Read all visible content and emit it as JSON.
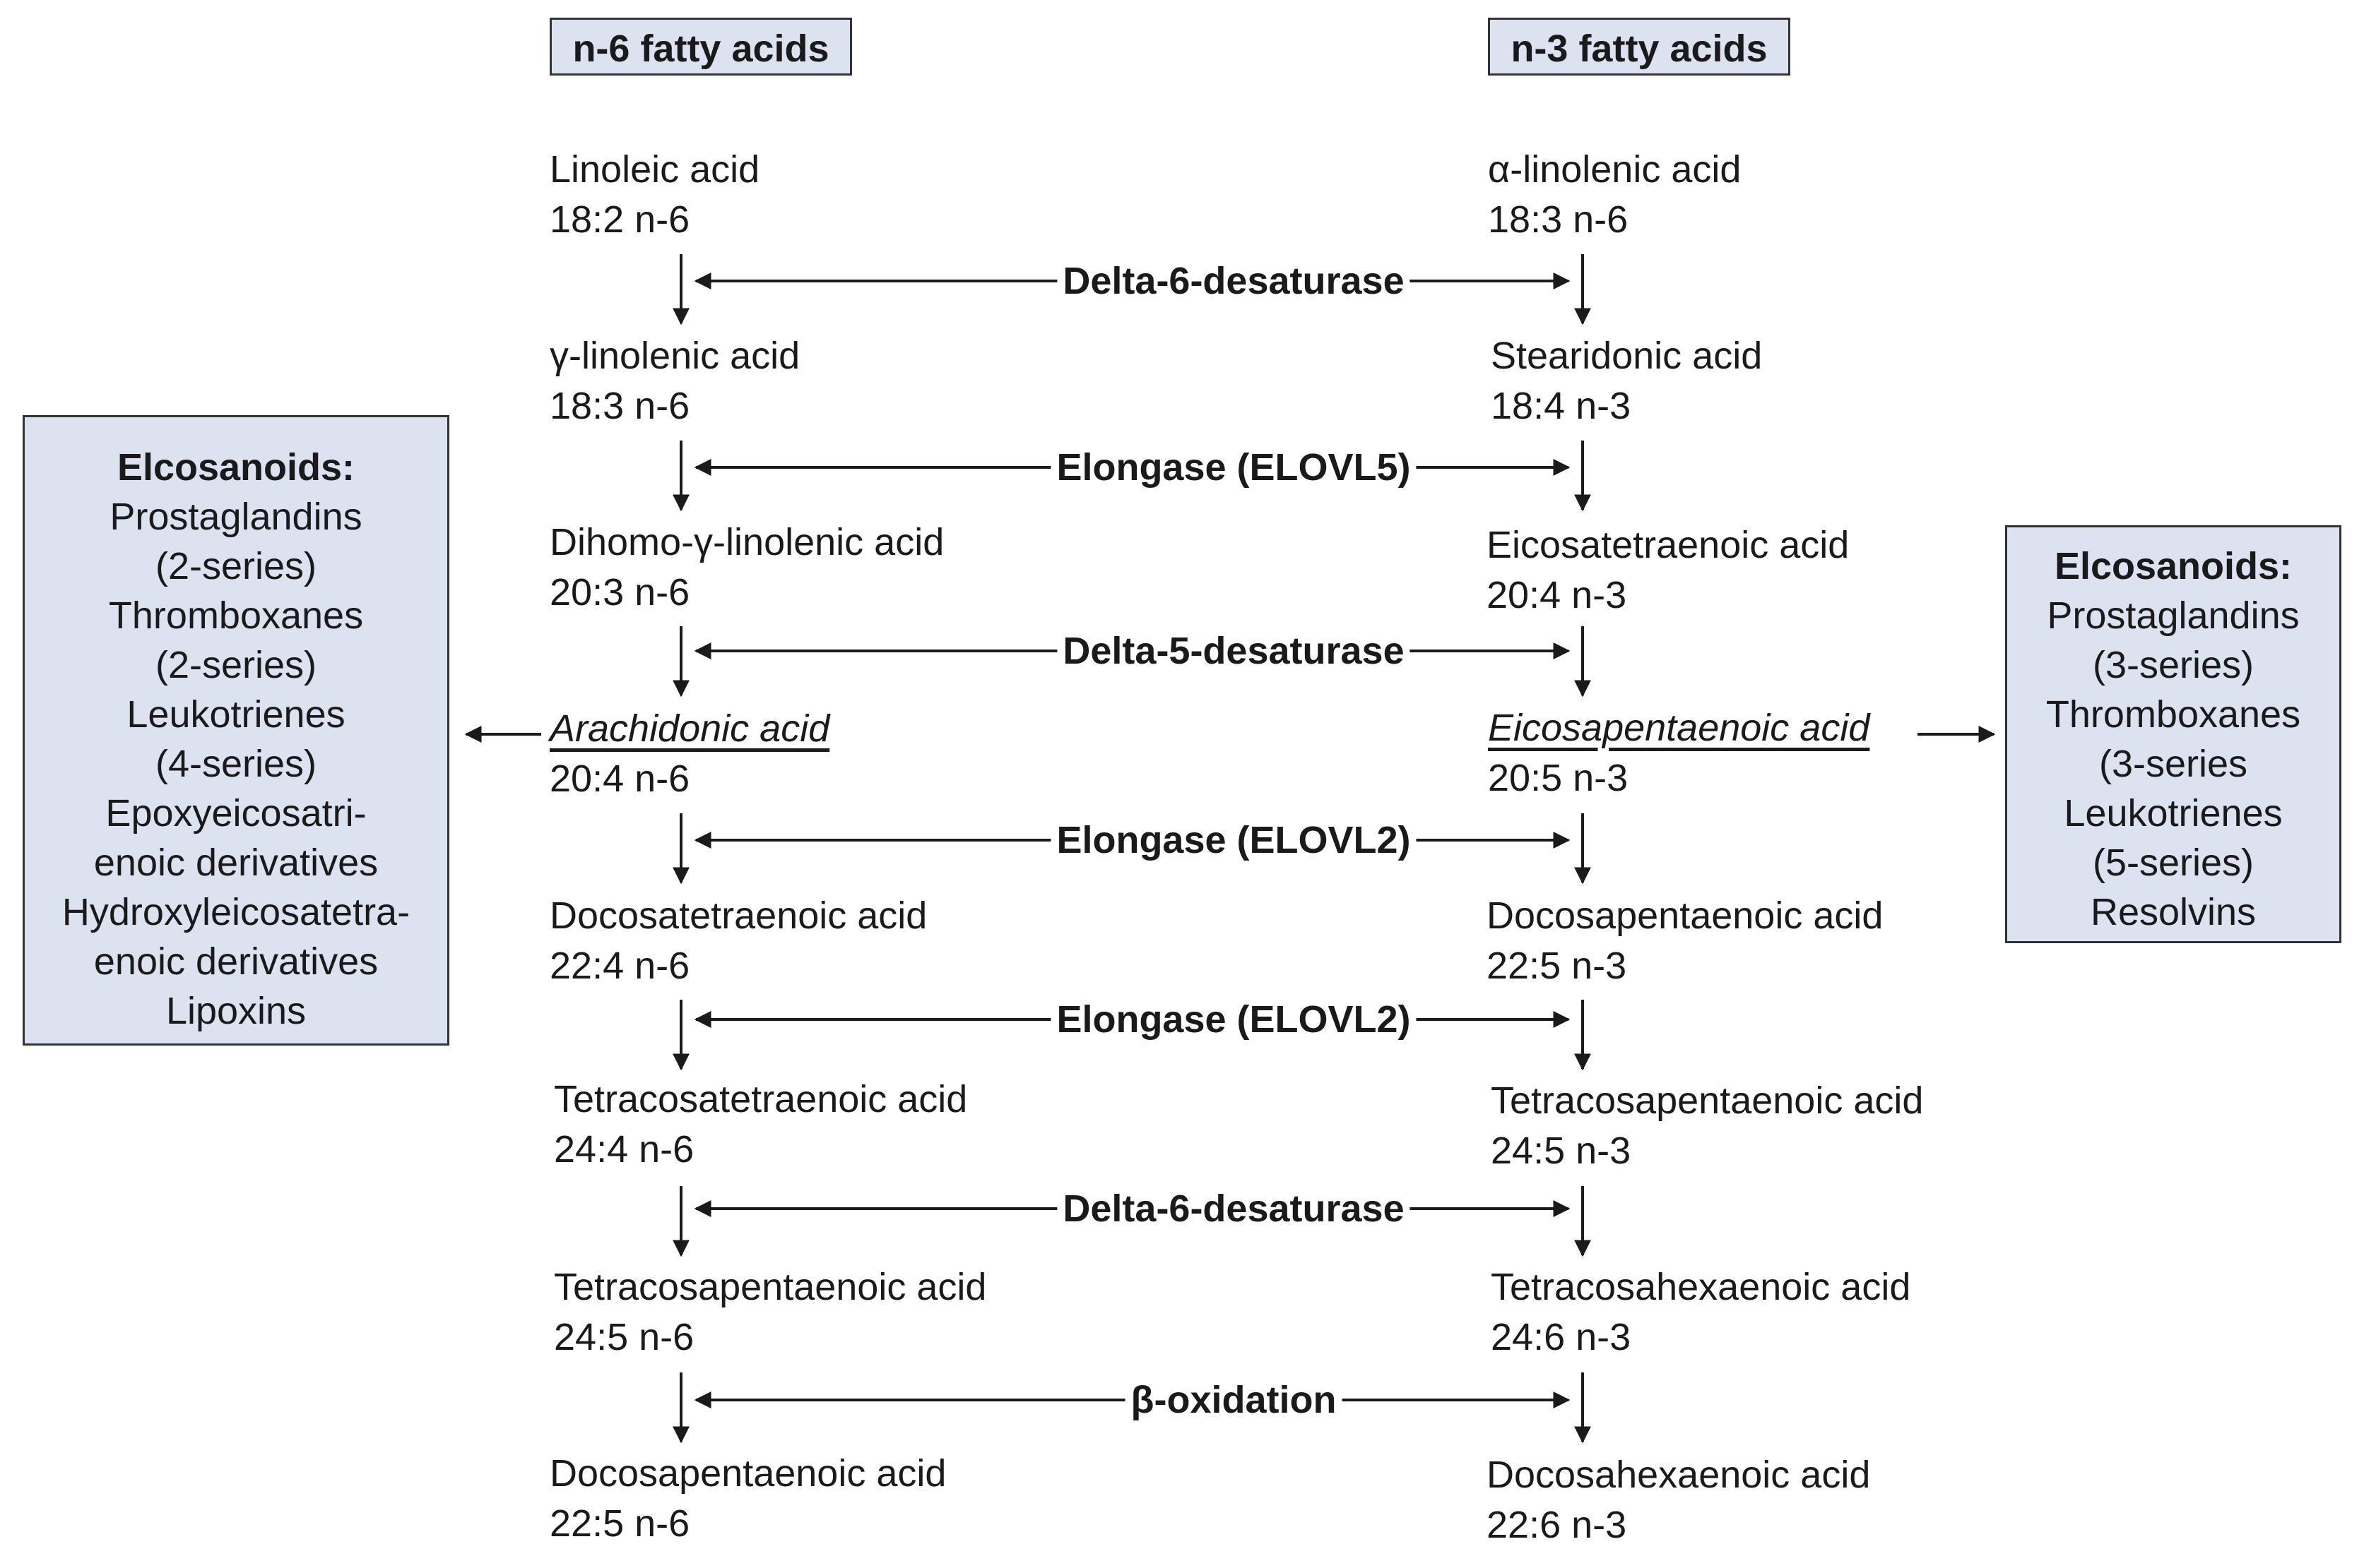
{
  "headers": {
    "n6": "n-6 fatty acids",
    "n3": "n-3 fatty acids"
  },
  "n6_acids": [
    {
      "name": "Linoleic acid",
      "formula": "18:2 n-6"
    },
    {
      "name": "γ-linolenic acid",
      "formula": "18:3 n-6"
    },
    {
      "name": "Dihomo-γ-linolenic acid",
      "formula": "20:3 n-6"
    },
    {
      "name": "Arachidonic acid",
      "formula": "20:4 n-6"
    },
    {
      "name": "Docosatetraenoic acid",
      "formula": "22:4 n-6"
    },
    {
      "name": "Tetracosatetraenoic acid",
      "formula": "24:4 n-6"
    },
    {
      "name": "Tetracosapentaenoic acid",
      "formula": "24:5 n-6"
    },
    {
      "name": "Docosapentaenoic acid",
      "formula": "22:5 n-6"
    }
  ],
  "n3_acids": [
    {
      "name": "α-linolenic acid",
      "formula": "18:3 n-6"
    },
    {
      "name": "Stearidonic acid",
      "formula": "18:4 n-3"
    },
    {
      "name": "Eicosatetraenoic acid",
      "formula": "20:4 n-3"
    },
    {
      "name": "Eicosapentaenoic acid",
      "formula": "20:5 n-3"
    },
    {
      "name": "Docosapentaenoic acid",
      "formula": "22:5 n-3"
    },
    {
      "name": "Tetracosapentaenoic acid",
      "formula": "24:5 n-3"
    },
    {
      "name": "Tetracosahexaenoic acid",
      "formula": "24:6 n-3"
    },
    {
      "name": "Docosahexaenoic acid",
      "formula": "22:6 n-3"
    }
  ],
  "enzymes": [
    "Delta-6-desaturase",
    "Elongase (ELOVL5)",
    "Delta-5-desaturase",
    "Elongase (ELOVL2)",
    "Elongase (ELOVL2)",
    "Delta-6-desaturase",
    "β-oxidation"
  ],
  "left_box": {
    "title": "Elcosanoids:",
    "items": [
      "Prostaglandins",
      "(2-series)",
      "Thromboxanes",
      "(2-series)",
      "Leukotrienes",
      "(4-series)",
      "Epoxyeicosatri-",
      "enoic derivatives",
      "Hydroxyleicosatetra-",
      "enoic derivatives",
      "Lipoxins"
    ]
  },
  "right_box": {
    "title": "Elcosanoids:",
    "items": [
      "Prostaglandins",
      "(3-series)",
      "Thromboxanes",
      "(3-series",
      "Leukotrienes",
      "(5-series)",
      "Resolvins"
    ]
  },
  "colors": {
    "box_fill": "#dde2f0",
    "border": "#333333",
    "text": "#1a1a1a"
  }
}
